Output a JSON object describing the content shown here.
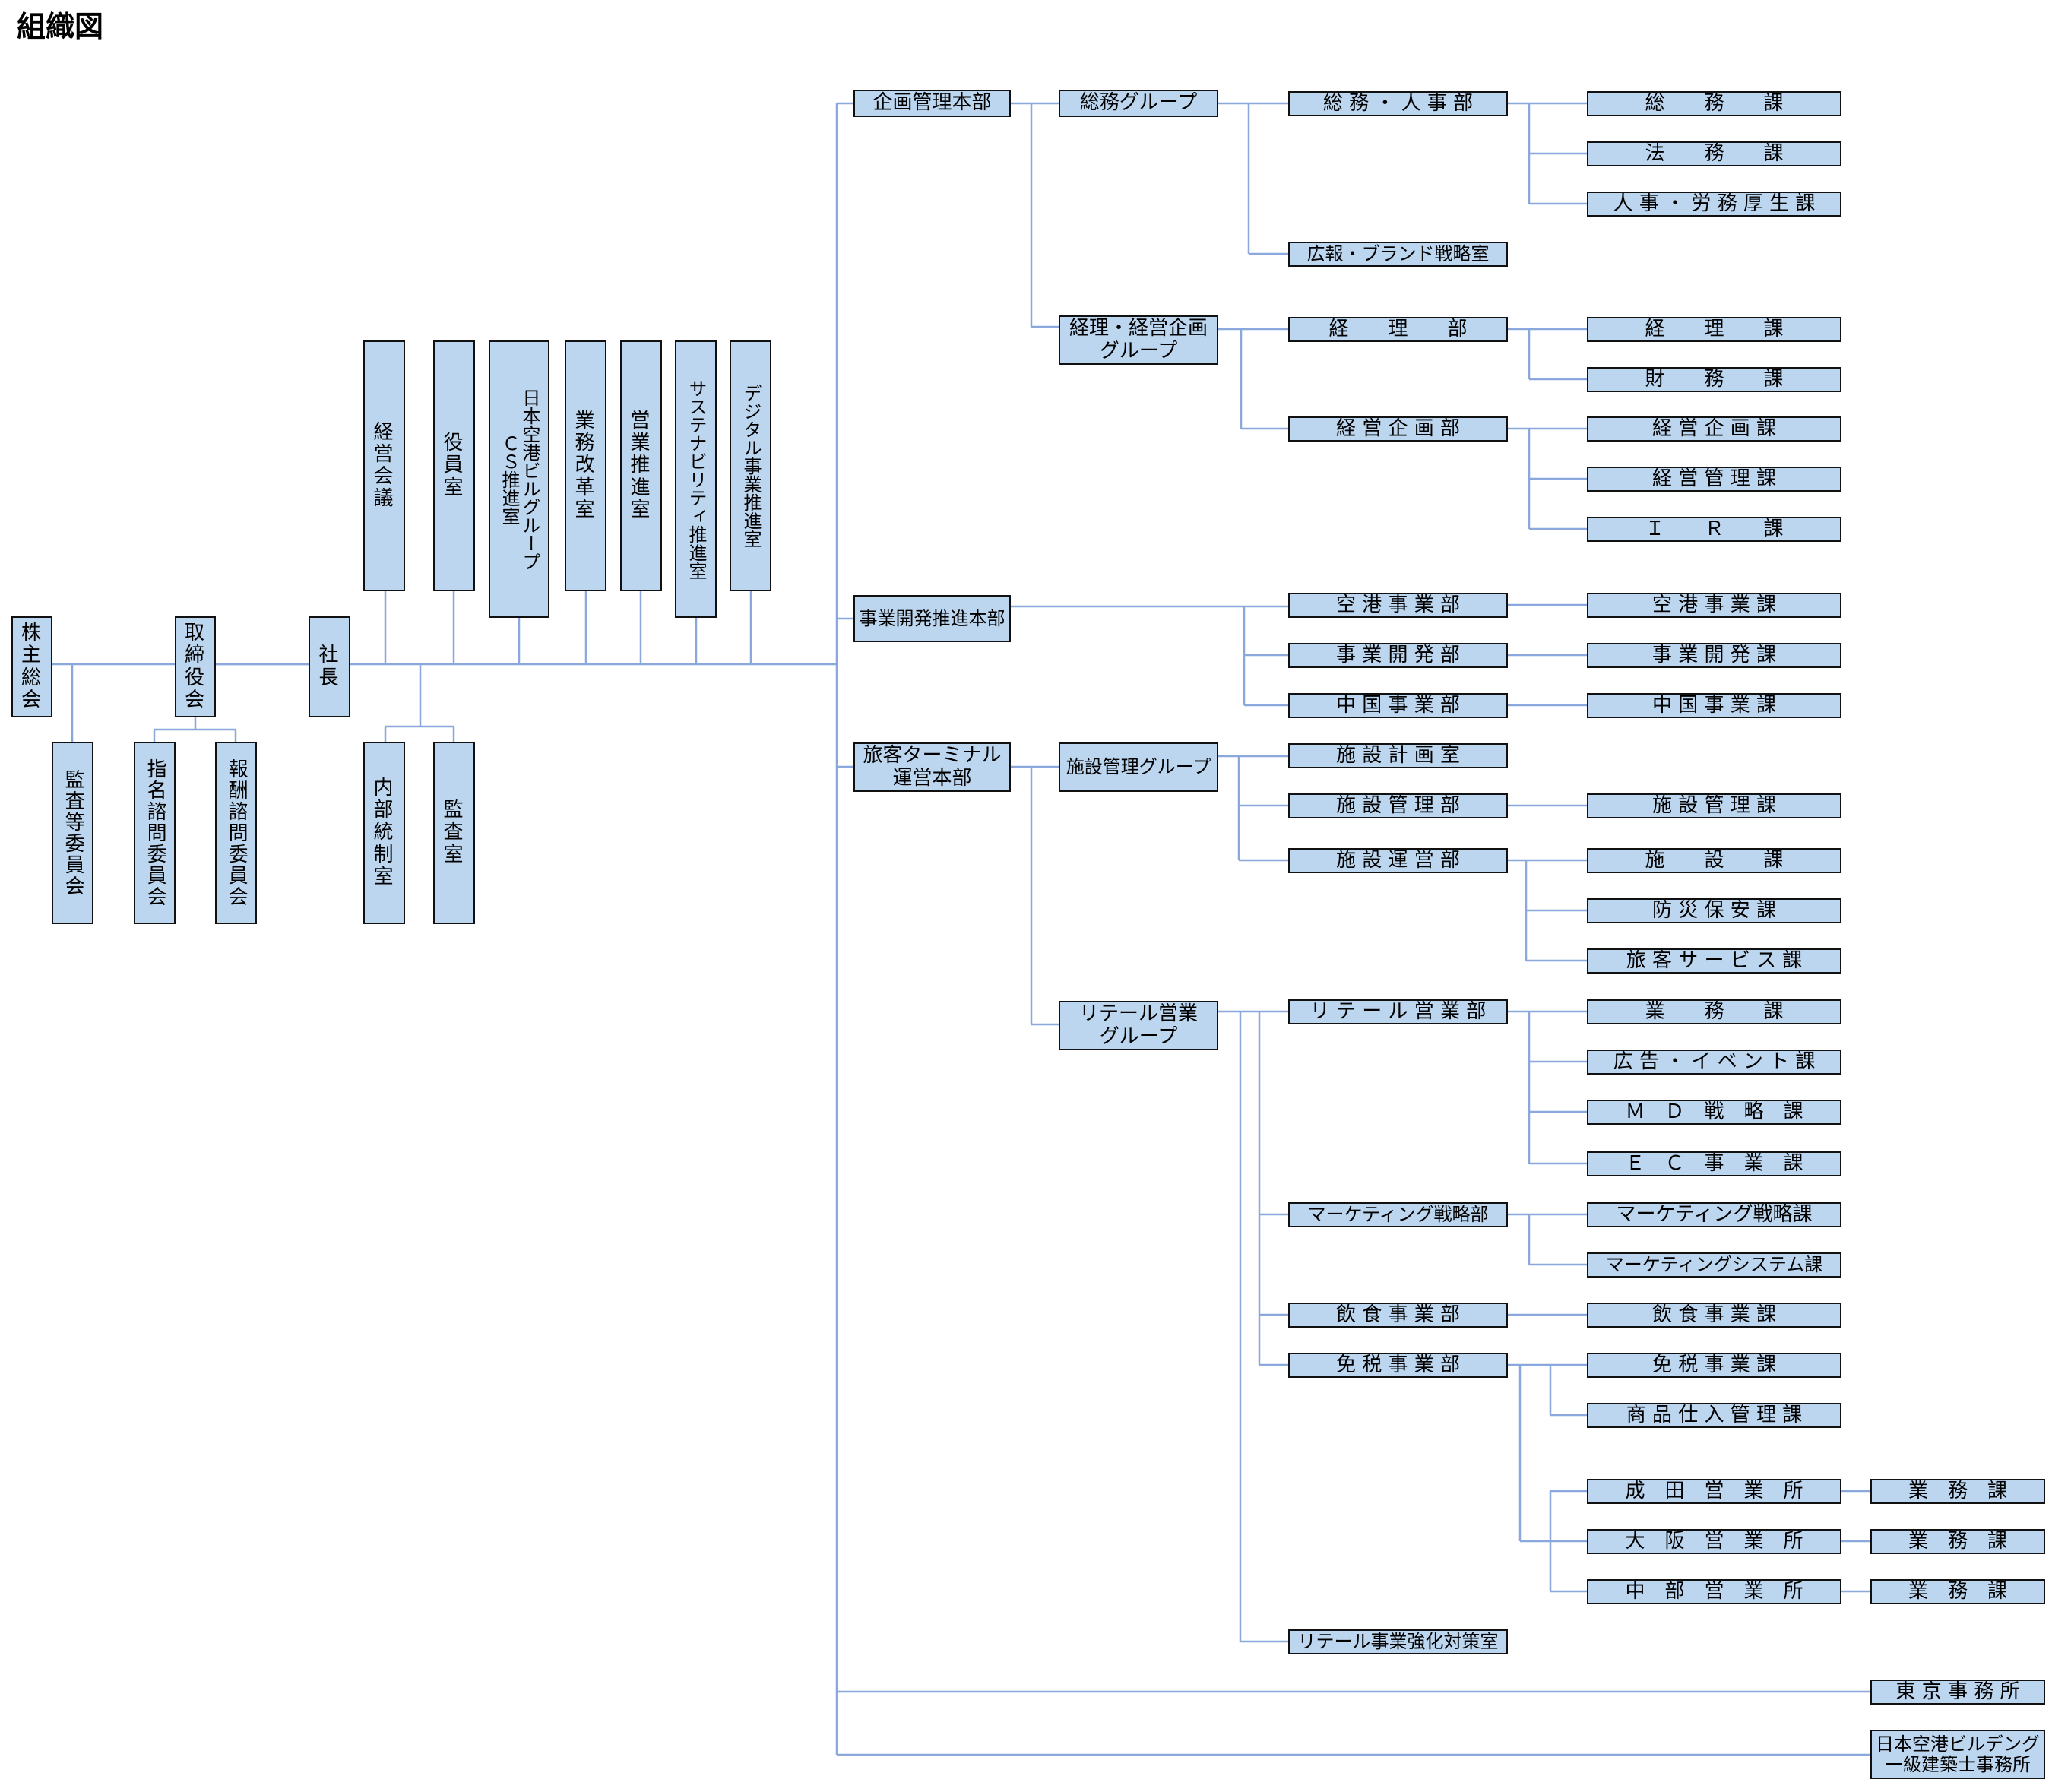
{
  "title": "組織図",
  "colors": {
    "box_fill": "#bcd6ef",
    "box_border": "#111111",
    "line": "#8aa8dc"
  },
  "units": {
    "kabunushi": "株\n主\n総\n会",
    "torishimari": "取\n締\n役\n会",
    "kansatou": "監査等委員会",
    "shimei": "指名諮問委員会",
    "hoshu": "報酬諮問委員会",
    "shacho": "社\n長",
    "keiei_kaigi": "経\n営\n会\n議",
    "yakuin": "役\n員\n室",
    "cs": "日本空港ビルグループ\nＣＳ推進室",
    "gyomu_kaikaku": "業\n務\n改\n革\n室",
    "eigyo_suishin": "営\n業\n推\n進\n室",
    "sustain": "サステナビリティ推進室",
    "digital": "デジタル事業推進室",
    "naibu": "内\n部\n統\n制\n室",
    "kansa": "監\n査\n室",
    "kikaku_honbu": "企画管理本部",
    "jigyo_kaihatsu_honbu": "事業開発推進本部",
    "ryokyaku_honbu": "旅客ターミナル\n運営本部",
    "tokyo": "東 京 事 務 所",
    "kenchikushi": "日本空港ビルデング\n一級建築士事務所",
    "somu_group": "総務グループ",
    "keiri_group": "経理・経営企画\nグループ",
    "shisetsu_group": "施設管理グループ",
    "retail_group": "リテール営業\nグループ",
    "somu_jinji_bu": "総 務 ・ 人 事 部",
    "koho": "広報・ブランド戦略室",
    "keiri_bu": "経　　理　　部",
    "keiei_kikaku_bu": "経 営 企 画 部",
    "kuko_jigyo_bu": "空 港 事 業 部",
    "jigyo_kaihatsu_bu": "事 業 開 発 部",
    "chugoku_jigyo_bu": "中 国 事 業 部",
    "shisetsu_keikaku": "施 設 計 画 室",
    "shisetsu_kanri_bu": "施 設 管 理 部",
    "shisetsu_unei_bu": "施 設 運 営 部",
    "retail_eigyo_bu": "リ テ ー ル 営 業 部",
    "marketing_bu": "マーケティング戦略部",
    "inshoku_bu": "飲 食 事 業 部",
    "menzei_bu": "免 税 事 業 部",
    "retail_kyoka": "リテール事業強化対策室",
    "somu_ka": "総　　務　　課",
    "homu_ka": "法　　務　　課",
    "jinji_romu_ka": "人 事 ・ 労 務 厚 生 課",
    "keiri_ka": "経　　理　　課",
    "zaimu_ka": "財　　務　　課",
    "keiei_kikaku_ka": "経 営 企 画 課",
    "keiei_kanri_ka": "経 営 管 理 課",
    "ir_ka": "Ｉ　　Ｒ　　課",
    "kuko_jigyo_ka": "空 港 事 業 課",
    "jigyo_kaihatsu_ka": "事 業 開 発 課",
    "chugoku_jigyo_ka": "中 国 事 業 課",
    "shisetsu_kanri_ka": "施 設 管 理 課",
    "shisetsu_ka": "施　　設　　課",
    "bosai_ka": "防 災 保 安 課",
    "ryokyaku_service_ka": "旅 客 サ ー ビ ス 課",
    "gyomu_ka": "業　　務　　課",
    "kokoku_ka": "広 告 ・ イ ベ ン ト 課",
    "md_ka": "Ｍ　Ｄ　戦　略　課",
    "ec_ka": "Ｅ　Ｃ　事　業　課",
    "marketing_ka": "マーケティング戦略課",
    "marketing_system_ka": "マーケティングシステム課",
    "inshoku_ka": "飲 食 事 業 課",
    "menzei_ka": "免 税 事 業 課",
    "shohin_ka": "商 品 仕 入 管 理 課",
    "narita": "成　田　営　業　所",
    "osaka": "大　阪　営　業　所",
    "chubu": "中　部　営　業　所",
    "narita_gyomu": "業　務　課",
    "osaka_gyomu": "業　務　課",
    "chubu_gyomu": "業　務　課"
  }
}
